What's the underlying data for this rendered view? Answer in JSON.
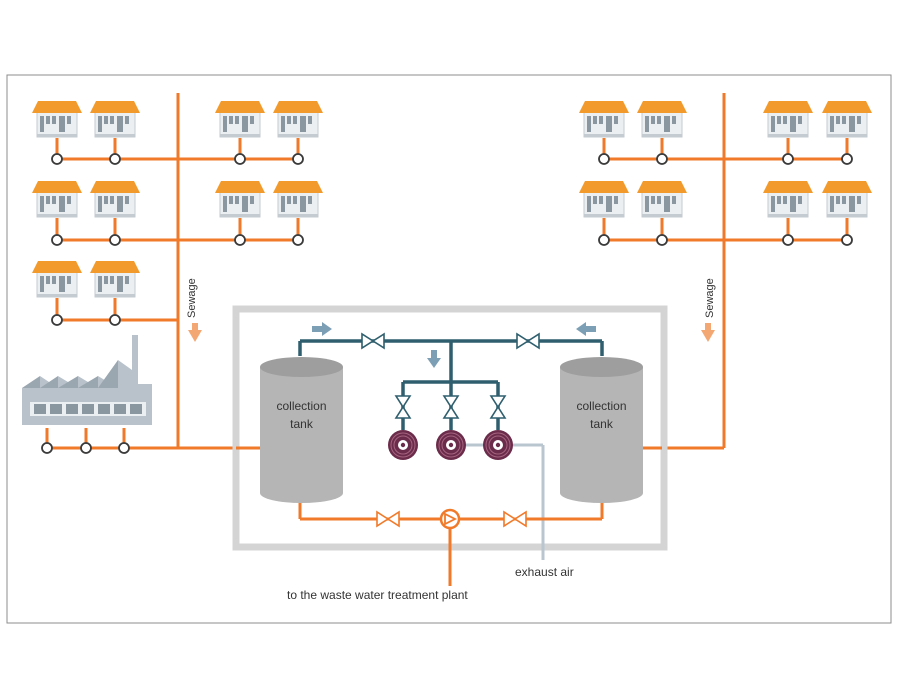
{
  "labels": {
    "sewage_left": "Sewage",
    "sewage_right": "Sewage",
    "tank_left_line1": "collection",
    "tank_left_line2": "tank",
    "tank_right_line1": "collection",
    "tank_right_line2": "tank",
    "exhaust_air": "exhaust air",
    "treatment_plant": "to the waste water treatment plant"
  },
  "colors": {
    "sewer_pipe": "#f07a2a",
    "roof": "#f39a2c",
    "house_body": "#eceff1",
    "house_window": "#8a96a0",
    "vacuum_pipe": "#2f5f6e",
    "air_pipe": "#b9c6d0",
    "enclosure": "#d4d4d4",
    "tank": "#b5b5b5",
    "arrow_blue": "#7d9fb5",
    "pump": "#6b2b4a"
  },
  "icons": {
    "house": "house-icon",
    "factory": "factory-icon",
    "valve": "valve-icon",
    "pump": "vacuum-pump-icon",
    "sewage_pump": "sewage-pump-icon",
    "arrow": "flow-arrow-icon"
  }
}
